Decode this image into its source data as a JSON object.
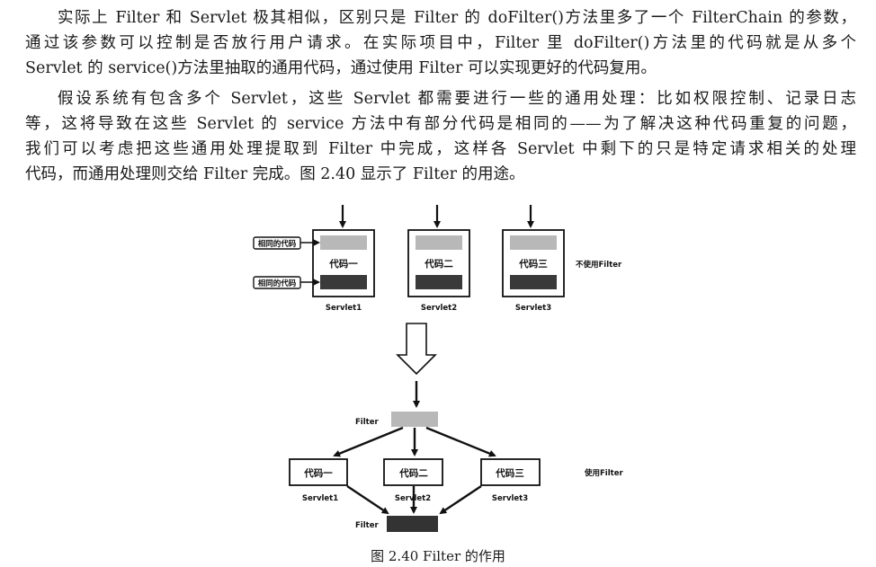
{
  "paragraphs": [
    {
      "lines": [
        "实际上 Filter 和 Servlet 极其相似，区别只是 Filter 的 doFilter()方法里多了一个 FilterChain 的参数，",
        "通过该参数可以控制是否放行用户请求。在实际项目中，Filter 里 doFilter()方法里的代码就是从多个",
        "Servlet 的 service()方法里抽取的通用代码，通过使用 Filter 可以实现更好的代码复用。"
      ]
    },
    {
      "lines": [
        "假设系统有包含多个 Servlet，这些 Servlet 都需要进行一些的通用处理：比如权限控制、记录日志",
        "等，这将导致在这些 Servlet 的 service 方法中有部分代码是相同的——为了解决这种代码重复的问题，",
        "我们可以考虑把这些通用处理提取到 Filter 中完成，这样各 Servlet 中剩下的只是特定请求相关的处理",
        "代码，而通用处理则交给 Filter 完成。图 2.40 显示了 Filter 的用途。"
      ]
    }
  ],
  "figure": {
    "top": {
      "boxes": [
        {
          "code": "代码一",
          "servlet": "Servlet1"
        },
        {
          "code": "代码二",
          "servlet": "Servlet2"
        },
        {
          "code": "代码三",
          "servlet": "Servlet3"
        }
      ],
      "same_code_label_top": "相同的代码",
      "same_code_label_bottom": "相同的代码",
      "mode_label": "不使用Filter"
    },
    "bottom": {
      "filter_top": "Filter",
      "filter_bottom": "Filter",
      "boxes": [
        {
          "code": "代码一",
          "servlet": "Servlet1"
        },
        {
          "code": "代码二",
          "servlet": "Servlet2"
        },
        {
          "code": "代码三",
          "servlet": "Servlet3"
        }
      ],
      "mode_label": "使用Filter"
    },
    "caption": "图 2.40    Filter 的作用"
  }
}
